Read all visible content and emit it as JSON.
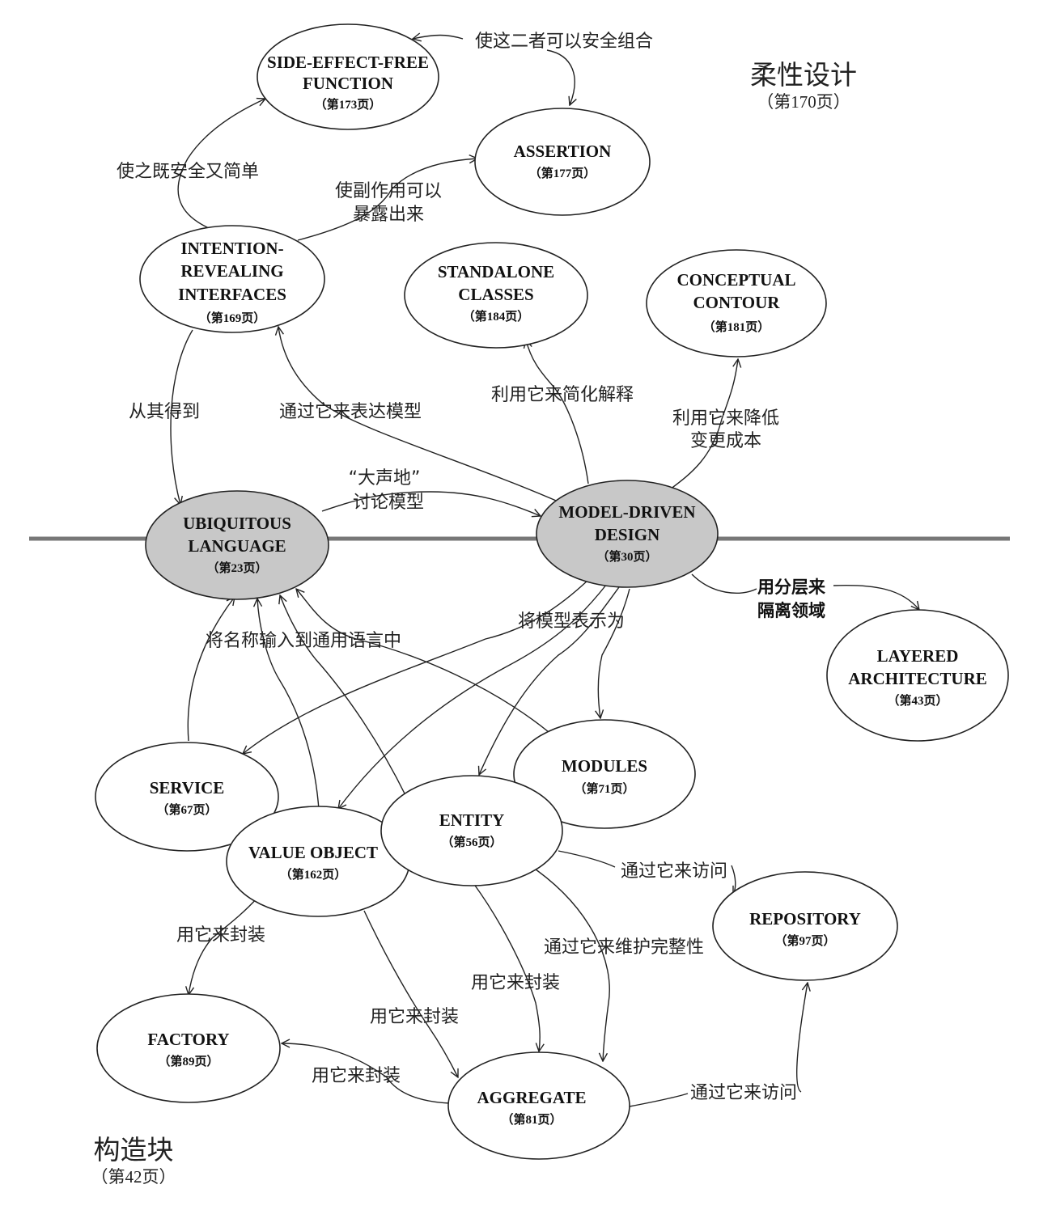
{
  "regions": {
    "flexible": {
      "title": "柔性设计",
      "page": "（第170页）"
    },
    "blocks": {
      "title": "构造块",
      "page": "（第42页）"
    }
  },
  "nodes": {
    "side_effect_free": {
      "lines": [
        "SIDE-EFFECT-FREE",
        "FUNCTION"
      ],
      "page": "（第173页）"
    },
    "assertion": {
      "lines": [
        "ASSERTION"
      ],
      "page": "（第177页）"
    },
    "intention_revealing": {
      "lines": [
        "INTENTION-",
        "REVEALING",
        "INTERFACES"
      ],
      "page": "（第169页）"
    },
    "standalone": {
      "lines": [
        "STANDALONE",
        "CLASSES"
      ],
      "page": "（第184页）"
    },
    "conceptual": {
      "lines": [
        "CONCEPTUAL",
        "CONTOUR"
      ],
      "page": "（第181页）"
    },
    "ubiquitous": {
      "lines": [
        "UBIQUITOUS",
        "LANGUAGE"
      ],
      "page": "（第23页）"
    },
    "model_driven": {
      "lines": [
        "MODEL-DRIVEN",
        "DESIGN"
      ],
      "page": "（第30页）"
    },
    "layered": {
      "lines": [
        "LAYERED",
        "ARCHITECTURE"
      ],
      "page": "（第43页）"
    },
    "service": {
      "lines": [
        "SERVICE"
      ],
      "page": "（第67页）"
    },
    "modules": {
      "lines": [
        "MODULES"
      ],
      "page": "（第71页）"
    },
    "entity": {
      "lines": [
        "ENTITY"
      ],
      "page": "（第56页）"
    },
    "value_object": {
      "lines": [
        "VALUE OBJECT"
      ],
      "page": "（第162页）"
    },
    "repository": {
      "lines": [
        "REPOSITORY"
      ],
      "page": "（第97页）"
    },
    "factory": {
      "lines": [
        "FACTORY"
      ],
      "page": "（第89页）"
    },
    "aggregate": {
      "lines": [
        "AGGREGATE"
      ],
      "page": "（第81页）"
    }
  },
  "edge_labels": {
    "combine_safely": "使这二者可以安全组合",
    "safe_simple": "使之既安全又简单",
    "expose_side_effects_1": "使副作用可以",
    "expose_side_effects_2": "暴露出来",
    "derive_from": "从其得到",
    "express_model": "通过它来表达模型",
    "simplify_interpret": "利用它来简化解释",
    "reduce_cost_1": "利用它来降低",
    "reduce_cost_2": "变更成本",
    "talk_loud_1": "“大声地”",
    "talk_loud_2": "讨论模型",
    "layer_isolate_1": "用分层来",
    "layer_isolate_2": "隔离领域",
    "express_as": "将模型表示为",
    "names_into_language": "将名称输入到通用语言中",
    "access_via_1": "通过它来访问",
    "maintain_integrity": "通过它来维护完整性",
    "encapsulate_1": "用它来封装",
    "encapsulate_2": "用它来封装",
    "encapsulate_3": "用它来封装",
    "encapsulate_4": "用它来封装",
    "access_via_2": "通过它来访问"
  },
  "colors": {
    "line": "#222222",
    "core_fill": "#c8c8c8",
    "node_fill": "#ffffff",
    "divider": "#777777"
  }
}
